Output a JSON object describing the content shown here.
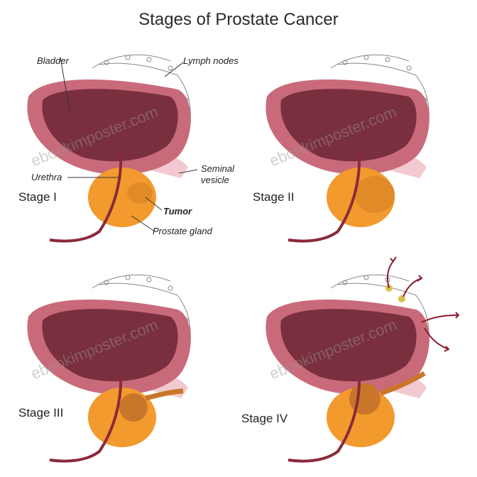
{
  "title": "Stages of Prostate Cancer",
  "labels": {
    "bladder": "Bladder",
    "lymph_nodes": "Lymph nodes",
    "urethra": "Urethra",
    "seminal_vesicle_1": "Seminal",
    "seminal_vesicle_2": "vesicle",
    "tumor": "Tumor",
    "prostate_gland": "Prostate gland"
  },
  "stages": [
    "Stage I",
    "Stage II",
    "Stage III",
    "Stage IV"
  ],
  "watermark": "ebookimposter.com",
  "colors": {
    "bladder_wall": "#c96a7a",
    "bladder_inner": "#7a2f3e",
    "prostate": "#f29a2e",
    "tumor": "#c9762a",
    "vesicle": "#f2c9d0",
    "arrow": "#8b1e2e"
  }
}
